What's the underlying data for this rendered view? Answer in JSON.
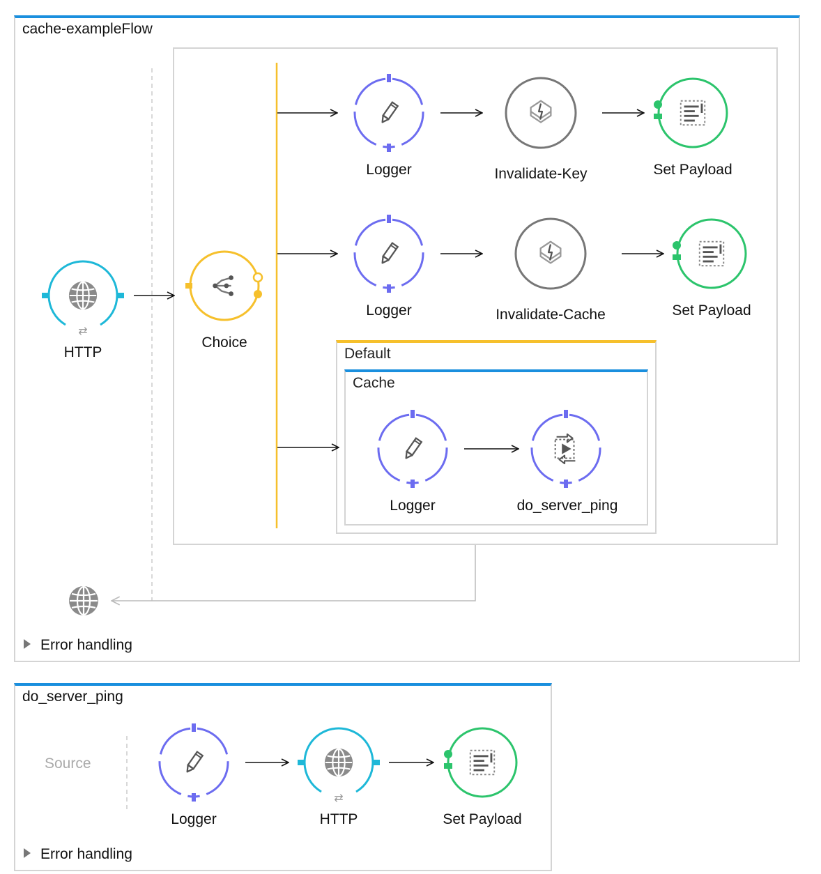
{
  "flows": {
    "main": {
      "title": "cache-exampleFlow",
      "error_handling": "Error handling",
      "source": {
        "label": "HTTP",
        "icon": "globe-icon"
      },
      "router": {
        "label": "Choice",
        "icon": "choice-icon"
      },
      "routes": [
        [
          {
            "label": "Logger",
            "icon": "pencil-icon"
          },
          {
            "label": "Invalidate-Key",
            "icon": "cache-invalidate-icon"
          },
          {
            "label": "Set Payload",
            "icon": "payload-icon"
          }
        ],
        [
          {
            "label": "Logger",
            "icon": "pencil-icon"
          },
          {
            "label": "Invalidate-Cache",
            "icon": "cache-invalidate-icon"
          },
          {
            "label": "Set Payload",
            "icon": "payload-icon"
          }
        ]
      ],
      "default_route": {
        "label": "Default",
        "scope": {
          "label": "Cache",
          "steps": [
            {
              "label": "Logger",
              "icon": "pencil-icon"
            },
            {
              "label": "do_server_ping",
              "icon": "flow-ref-icon"
            }
          ]
        }
      },
      "response_icon": "globe-icon"
    },
    "sub": {
      "title": "do_server_ping",
      "source_placeholder": "Source",
      "error_handling": "Error handling",
      "steps": [
        {
          "label": "Logger",
          "icon": "pencil-icon"
        },
        {
          "label": "HTTP",
          "icon": "globe-icon"
        },
        {
          "label": "Set Payload",
          "icon": "payload-icon"
        }
      ]
    }
  },
  "colors": {
    "flow_header": "#1a8fde",
    "http": "#1eb8d8",
    "choice": "#f6c02c",
    "logger": "#6c6cf0",
    "cache_op": "#777777",
    "set_payload": "#2cc46c",
    "route_line": "#f6c02c"
  }
}
